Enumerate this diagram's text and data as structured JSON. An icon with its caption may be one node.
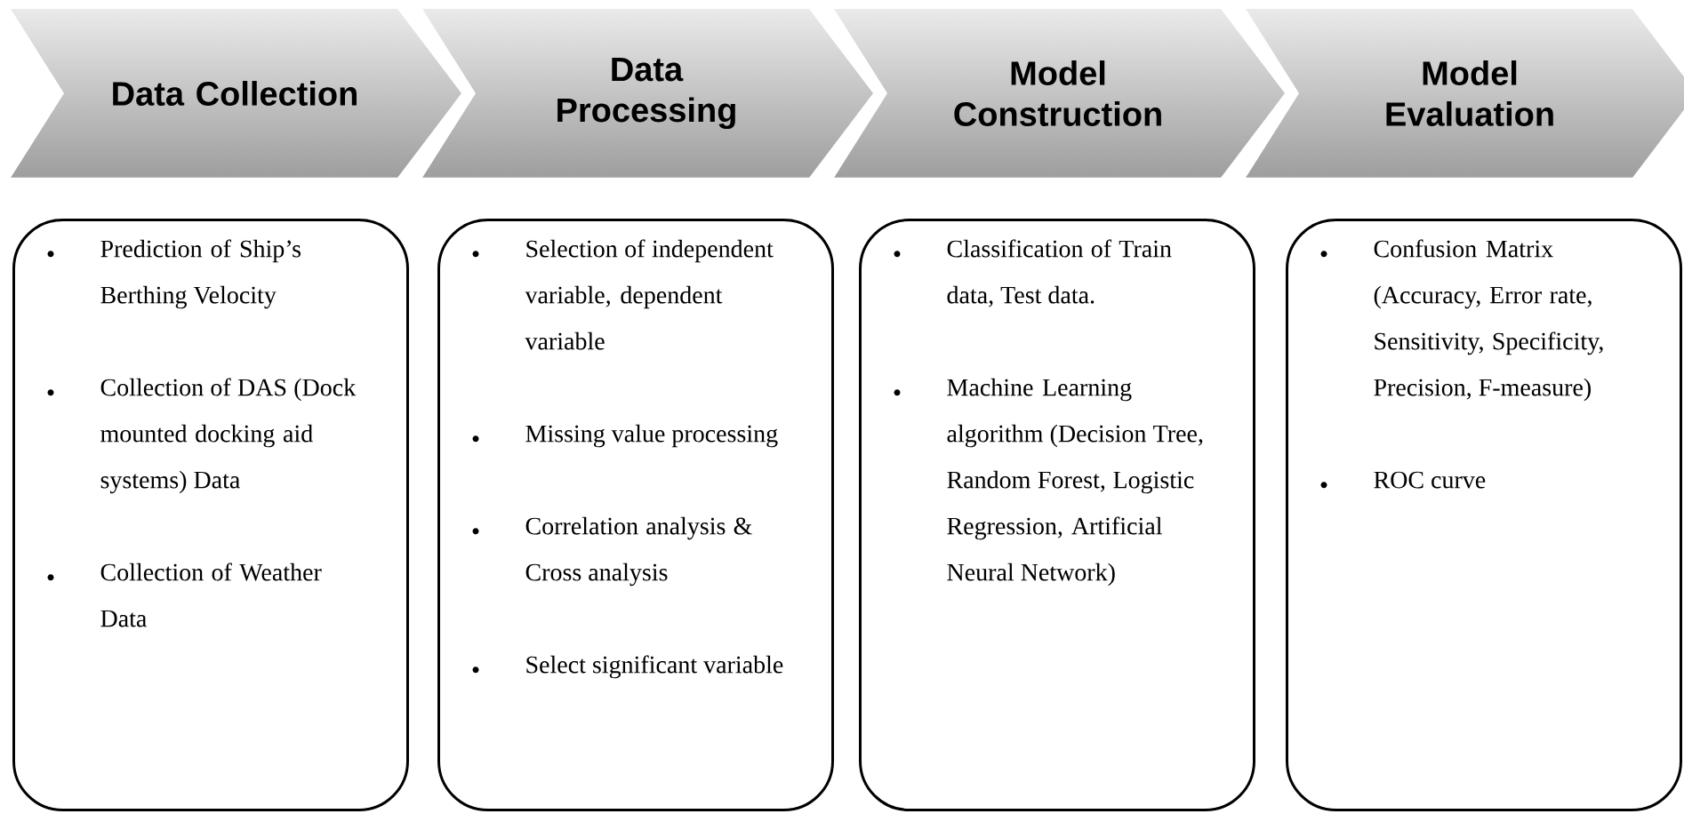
{
  "diagram": {
    "nodes": [
      {
        "text": [
          "Data Collection"
        ]
      },
      {
        "text": [
          "Data Processing"
        ]
      },
      {
        "text": [
          "Model Construction"
        ]
      },
      {
        "text": [
          "Model Evaluation"
        ]
      },
      {
        "text": [
          "Prediction of Ship’s Berthing Velocity",
          "Collection of DAS (Dock mounted docking aid systems) Data",
          "Collection of Weather Data"
        ]
      },
      {
        "text": [
          "Selection of independent variable, dependent variable",
          "Missing value processing",
          "Correlation analysis & Cross analysis",
          "Select significant variable"
        ]
      },
      {
        "text": [
          "Classification of Train data, Test data.",
          "Machine Learning algorithm (Decision Tree, Random Forest, Logistic Regression, Artificial Neural Network)"
        ]
      },
      {
        "text": [
          "Confusion Matrix (Accuracy, Error rate, Sensitivity, Specificity, Precision, F-measure)",
          "ROC curve"
        ]
      }
    ]
  }
}
